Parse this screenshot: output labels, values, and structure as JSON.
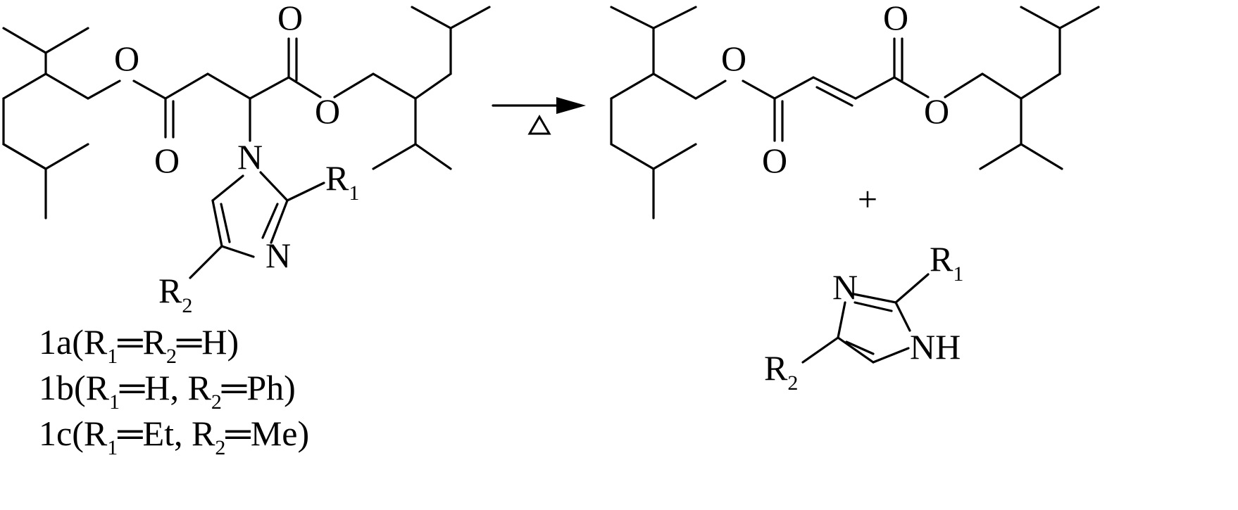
{
  "atoms": {
    "oxygen": "O",
    "nitrogen": "N",
    "imine_nh": "NH",
    "r_group": "R",
    "sub_1": "1",
    "sub_2": "2"
  },
  "reaction": {
    "heat_symbol": "△",
    "plus": "+"
  },
  "compounds": {
    "c1a": {
      "id": "1a",
      "open": "(R",
      "s1": "1",
      "mid": "═R",
      "s2": "2",
      "close": "═H)"
    },
    "c1b": {
      "id": "1b",
      "open": "(R",
      "s1": "1",
      "mid": "═H, R",
      "s2": "2",
      "close": "═Ph)"
    },
    "c1c": {
      "id": "1c",
      "open": "(R",
      "s1": "1",
      "mid": "═Et, R",
      "s2": "2",
      "close": "═Me)"
    }
  }
}
